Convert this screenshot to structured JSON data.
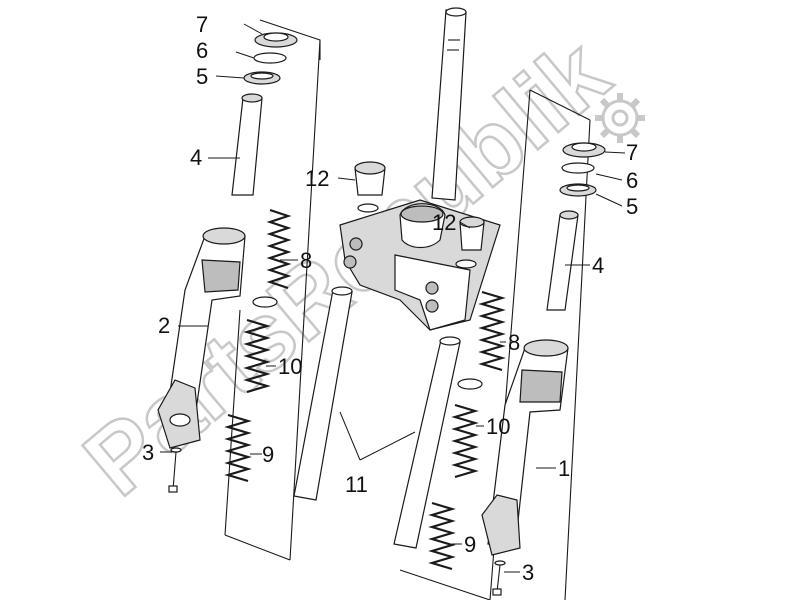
{
  "watermark": {
    "text": "PartsRepublik",
    "color": "#c8c8c8"
  },
  "callouts": {
    "c1": "1",
    "c2": "2",
    "c3a": "3",
    "c3b": "3",
    "c4a": "4",
    "c4b": "4",
    "c5a": "5",
    "c5b": "5",
    "c6a": "6",
    "c6b": "6",
    "c7a": "7",
    "c7b": "7",
    "c8a": "8",
    "c8b": "8",
    "c9a": "9",
    "c9b": "9",
    "c10a": "10",
    "c10b": "10",
    "c11": "11",
    "c12a": "12",
    "c12b": "12"
  }
}
